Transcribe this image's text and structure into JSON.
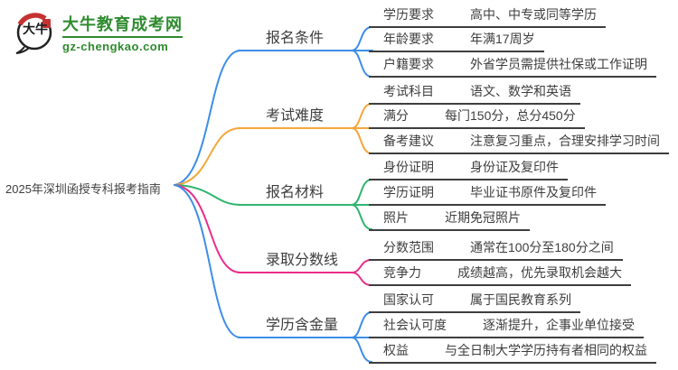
{
  "logo": {
    "icon_text": "大牛",
    "site_name": "大牛教育成考网",
    "site_url": "gz-chengkao.com"
  },
  "central": {
    "title": "2025年深圳函授专科报考指南"
  },
  "colors": {
    "branch_blue": "#3d8ee8",
    "branch_orange": "#f5a73b",
    "branch_green": "#30b56e",
    "branch_pink": "#ea2e8b",
    "logo_green": "#2e8b2e",
    "text": "#3e3e3e"
  },
  "branches": [
    {
      "label": "报名条件",
      "color": "#3d8ee8",
      "children": [
        {
          "label": "学历要求",
          "value": "高中、中专或同等学历"
        },
        {
          "label": "年龄要求",
          "value": "年满17周岁"
        },
        {
          "label": "户籍要求",
          "value": "外省学员需提供社保或工作证明"
        }
      ]
    },
    {
      "label": "考试难度",
      "color": "#f5a73b",
      "children": [
        {
          "label": "考试科目",
          "value": "语文、数学和英语"
        },
        {
          "label": "满分",
          "value": "每门150分，总分450分"
        },
        {
          "label": "备考建议",
          "value": "注意复习重点，合理安排学习时间"
        }
      ]
    },
    {
      "label": "报名材料",
      "color": "#30b56e",
      "children": [
        {
          "label": "身份证明",
          "value": "身份证及复印件"
        },
        {
          "label": "学历证明",
          "value": "毕业证书原件及复印件"
        },
        {
          "label": "照片",
          "value": "近期免冠照片"
        }
      ]
    },
    {
      "label": "录取分数线",
      "color": "#ea2e8b",
      "children": [
        {
          "label": "分数范围",
          "value": "通常在100分至180分之间"
        },
        {
          "label": "竞争力",
          "value": "成绩越高，优先录取机会越大"
        }
      ]
    },
    {
      "label": "学历含金量",
      "color": "#3d8ee8",
      "children": [
        {
          "label": "国家认可",
          "value": "属于国民教育系列"
        },
        {
          "label": "社会认可度",
          "value": "逐渐提升，企事业单位接受"
        },
        {
          "label": "权益",
          "value": "与全日制大学学历持有者相同的权益"
        }
      ]
    }
  ]
}
